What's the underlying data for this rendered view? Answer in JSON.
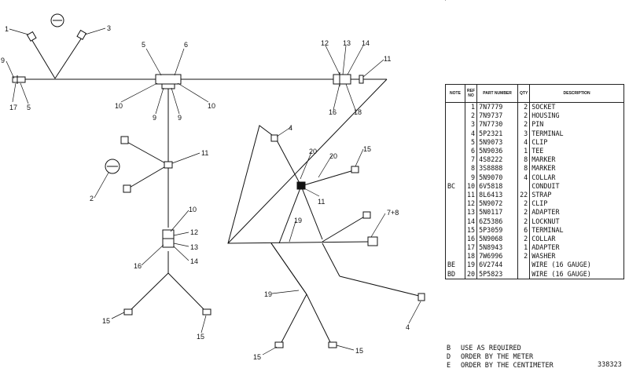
{
  "diagram": {
    "callouts": [
      {
        "id": "c1",
        "label": "1"
      },
      {
        "id": "c3",
        "label": "3"
      },
      {
        "id": "c9a",
        "label": "9"
      },
      {
        "id": "c17",
        "label": "17"
      },
      {
        "id": "c5a",
        "label": "5"
      },
      {
        "id": "c5b",
        "label": "5"
      },
      {
        "id": "c6",
        "label": "6"
      },
      {
        "id": "c10a",
        "label": "10"
      },
      {
        "id": "c9b",
        "label": "9"
      },
      {
        "id": "c9c",
        "label": "9"
      },
      {
        "id": "c10b",
        "label": "10"
      },
      {
        "id": "c12a",
        "label": "12"
      },
      {
        "id": "c13a",
        "label": "13"
      },
      {
        "id": "c14a",
        "label": "14"
      },
      {
        "id": "c11a",
        "label": "11"
      },
      {
        "id": "c16a",
        "label": "16"
      },
      {
        "id": "c18",
        "label": "18"
      },
      {
        "id": "c11b",
        "label": "11"
      },
      {
        "id": "c2",
        "label": "2"
      },
      {
        "id": "c10c",
        "label": "10"
      },
      {
        "id": "c12b",
        "label": "12"
      },
      {
        "id": "c13b",
        "label": "13"
      },
      {
        "id": "c14b",
        "label": "14"
      },
      {
        "id": "c16b",
        "label": "16"
      },
      {
        "id": "c15a",
        "label": "15"
      },
      {
        "id": "c15b",
        "label": "15"
      },
      {
        "id": "c4a",
        "label": "4"
      },
      {
        "id": "c20a",
        "label": "20"
      },
      {
        "id": "c20b",
        "label": "20"
      },
      {
        "id": "c15c",
        "label": "15"
      },
      {
        "id": "c11c",
        "label": "11"
      },
      {
        "id": "c78",
        "label": "7+8"
      },
      {
        "id": "c19a",
        "label": "19"
      },
      {
        "id": "c19b",
        "label": "19"
      },
      {
        "id": "c4b",
        "label": "4"
      },
      {
        "id": "c15d",
        "label": "15"
      },
      {
        "id": "c15e",
        "label": "15"
      }
    ]
  },
  "table": {
    "headers": {
      "note": "NOTE",
      "ref": "REF NO",
      "part": "PART NUMBER",
      "qty": "QTY",
      "desc": "DESCRIPTION"
    },
    "rows": [
      {
        "note": "",
        "ref": "1",
        "part": "7N7779",
        "qty": "2",
        "desc": "Socket"
      },
      {
        "note": "",
        "ref": "2",
        "part": "7N9737",
        "qty": "2",
        "desc": "Housing"
      },
      {
        "note": "",
        "ref": "3",
        "part": "7N7730",
        "qty": "2",
        "desc": "Pin"
      },
      {
        "note": "",
        "ref": "4",
        "part": "5P2321",
        "qty": "3",
        "desc": "Terminal"
      },
      {
        "note": "",
        "ref": "5",
        "part": "5N9073",
        "qty": "4",
        "desc": "Clip"
      },
      {
        "note": "",
        "ref": "6",
        "part": "5N9036",
        "qty": "1",
        "desc": "Tee"
      },
      {
        "note": "",
        "ref": "7",
        "part": "4S8222",
        "qty": "8",
        "desc": "Marker"
      },
      {
        "note": "",
        "ref": "8",
        "part": "3S8888",
        "qty": "8",
        "desc": "Marker"
      },
      {
        "note": "",
        "ref": "9",
        "part": "5N9070",
        "qty": "4",
        "desc": "Collar"
      },
      {
        "note": "BC",
        "ref": "10",
        "part": "6V5818",
        "qty": "",
        "desc": "Conduit"
      },
      {
        "note": "",
        "ref": "11",
        "part": "8L6413",
        "qty": "22",
        "desc": "Strap"
      },
      {
        "note": "",
        "ref": "12",
        "part": "5N9072",
        "qty": "2",
        "desc": "Clip"
      },
      {
        "note": "",
        "ref": "13",
        "part": "5N0117",
        "qty": "2",
        "desc": "Adapter"
      },
      {
        "note": "",
        "ref": "14",
        "part": "6Z5386",
        "qty": "2",
        "desc": "Locknut"
      },
      {
        "note": "",
        "ref": "15",
        "part": "5P3059",
        "qty": "6",
        "desc": "Terminal"
      },
      {
        "note": "",
        "ref": "16",
        "part": "5N9068",
        "qty": "2",
        "desc": "Collar"
      },
      {
        "note": "",
        "ref": "17",
        "part": "5N8943",
        "qty": "1",
        "desc": "Adapter"
      },
      {
        "note": "",
        "ref": "18",
        "part": "7W6996",
        "qty": "2",
        "desc": "Washer"
      },
      {
        "note": "BE",
        "ref": "19",
        "part": "6V2744",
        "qty": "",
        "desc": "Wire (16 Gauge)"
      },
      {
        "note": "BD",
        "ref": "20",
        "part": "5P5823",
        "qty": "",
        "desc": "Wire (16 Gauge)"
      }
    ]
  },
  "notes": [
    {
      "code": "B",
      "text": "USE AS REQUIRED"
    },
    {
      "code": "D",
      "text": "ORDER BY THE METER"
    },
    {
      "code": "E",
      "text": "ORDER BY THE CENTIMETER"
    }
  ],
  "doc_number": "338323",
  "corner_mark": "'"
}
